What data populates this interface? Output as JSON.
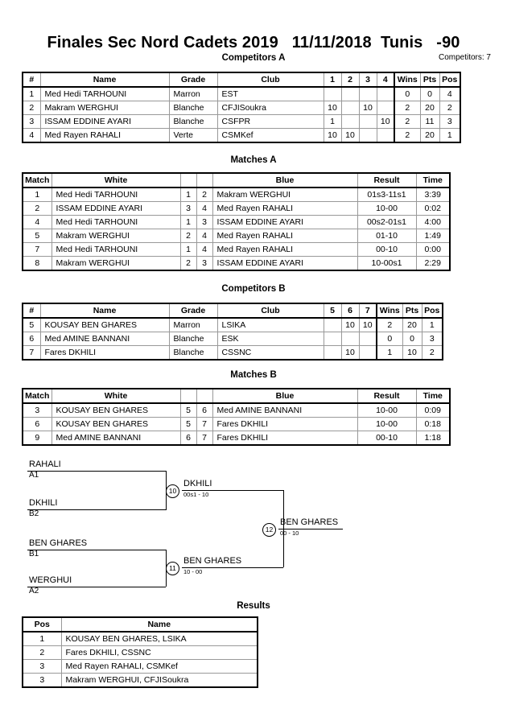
{
  "header": {
    "title": "Finales Sec Nord Cadets 2019   11/11/2018  Tunis   -90",
    "competitors_count": "Competitors: 7"
  },
  "sections": {
    "competitors_a": "Competitors A",
    "matches_a": "Matches A",
    "competitors_b": "Competitors B",
    "matches_b": "Matches B",
    "results": "Results"
  },
  "competitors_a": {
    "columns": [
      "#",
      "Name",
      "Grade",
      "Club",
      "1",
      "2",
      "3",
      "4",
      "Wins",
      "Pts",
      "Pos"
    ],
    "rows": [
      {
        "num": "1",
        "name": "Med Hedi TARHOUNI",
        "grade": "Marron",
        "club": "EST",
        "m1": "",
        "m2": "",
        "m3": "",
        "m4": "",
        "wins": "0",
        "pts": "0",
        "pos": "4"
      },
      {
        "num": "2",
        "name": "Makram WERGHUI",
        "grade": "Blanche",
        "club": "CFJISoukra",
        "m1": "10",
        "m2": "",
        "m3": "10",
        "m4": "",
        "wins": "2",
        "pts": "20",
        "pos": "2"
      },
      {
        "num": "3",
        "name": "ISSAM EDDINE AYARI",
        "grade": "Blanche",
        "club": "CSFPR",
        "m1": "1",
        "m2": "",
        "m3": "",
        "m4": "10",
        "wins": "2",
        "pts": "11",
        "pos": "3"
      },
      {
        "num": "4",
        "name": "Med Rayen RAHALI",
        "grade": "Verte",
        "club": "CSMKef",
        "m1": "10",
        "m2": "10",
        "m3": "",
        "m4": "",
        "wins": "2",
        "pts": "20",
        "pos": "1"
      }
    ]
  },
  "matches_a": {
    "columns": [
      "Match",
      "White",
      "",
      "",
      "Blue",
      "Result",
      "Time"
    ],
    "rows": [
      {
        "match": "1",
        "white": "Med Hedi TARHOUNI",
        "ws": "1",
        "bs": "2",
        "blue": "Makram WERGHUI",
        "result": "01s3-11s1",
        "time": "3:39"
      },
      {
        "match": "2",
        "white": "ISSAM EDDINE AYARI",
        "ws": "3",
        "bs": "4",
        "blue": "Med Rayen RAHALI",
        "result": "10-00",
        "time": "0:02"
      },
      {
        "match": "4",
        "white": "Med Hedi TARHOUNI",
        "ws": "1",
        "bs": "3",
        "blue": "ISSAM EDDINE AYARI",
        "result": "00s2-01s1",
        "time": "4:00"
      },
      {
        "match": "5",
        "white": "Makram WERGHUI",
        "ws": "2",
        "bs": "4",
        "blue": "Med Rayen RAHALI",
        "result": "01-10",
        "time": "1:49"
      },
      {
        "match": "7",
        "white": "Med Hedi TARHOUNI",
        "ws": "1",
        "bs": "4",
        "blue": "Med Rayen RAHALI",
        "result": "00-10",
        "time": "0:00"
      },
      {
        "match": "8",
        "white": "Makram WERGHUI",
        "ws": "2",
        "bs": "3",
        "blue": "ISSAM EDDINE AYARI",
        "result": "10-00s1",
        "time": "2:29"
      }
    ]
  },
  "competitors_b": {
    "columns": [
      "#",
      "Name",
      "Grade",
      "Club",
      "5",
      "6",
      "7",
      "Wins",
      "Pts",
      "Pos"
    ],
    "rows": [
      {
        "num": "5",
        "name": "KOUSAY BEN GHARES",
        "grade": "Marron",
        "club": "LSIKA",
        "m5": "",
        "m6": "10",
        "m7": "10",
        "wins": "2",
        "pts": "20",
        "pos": "1"
      },
      {
        "num": "6",
        "name": "Med AMINE BANNANI",
        "grade": "Blanche",
        "club": "ESK",
        "m5": "",
        "m6": "",
        "m7": "",
        "wins": "0",
        "pts": "0",
        "pos": "3"
      },
      {
        "num": "7",
        "name": "Fares DKHILI",
        "grade": "Blanche",
        "club": "CSSNC",
        "m5": "",
        "m6": "10",
        "m7": "",
        "wins": "1",
        "pts": "10",
        "pos": "2"
      }
    ]
  },
  "matches_b": {
    "columns": [
      "Match",
      "White",
      "",
      "",
      "Blue",
      "Result",
      "Time"
    ],
    "rows": [
      {
        "match": "3",
        "white": "KOUSAY BEN GHARES",
        "ws": "5",
        "bs": "6",
        "blue": "Med AMINE BANNANI",
        "result": "10-00",
        "time": "0:09"
      },
      {
        "match": "6",
        "white": "KOUSAY BEN GHARES",
        "ws": "5",
        "bs": "7",
        "blue": "Fares DKHILI",
        "result": "10-00",
        "time": "0:18"
      },
      {
        "match": "9",
        "white": "Med AMINE BANNANI",
        "ws": "6",
        "bs": "7",
        "blue": "Fares DKHILI",
        "result": "00-10",
        "time": "1:18"
      }
    ]
  },
  "bracket": {
    "entries": [
      {
        "name": "RAHALI",
        "seed": "A1"
      },
      {
        "name": "DKHILI",
        "seed": "B2"
      },
      {
        "name": "BEN GHARES",
        "seed": "B1"
      },
      {
        "name": "WERGHUI",
        "seed": "A2"
      }
    ],
    "nodes": [
      {
        "number": "10",
        "winner": "DKHILI",
        "score": "00s1 - 10"
      },
      {
        "number": "11",
        "winner": "BEN GHARES",
        "score": "10 - 00"
      },
      {
        "number": "12",
        "winner": "BEN GHARES",
        "score": "00 - 10"
      }
    ]
  },
  "results": {
    "columns": [
      "Pos",
      "Name"
    ],
    "rows": [
      {
        "pos": "1",
        "name": "KOUSAY BEN GHARES, LSIKA"
      },
      {
        "pos": "2",
        "name": "Fares DKHILI, CSSNC"
      },
      {
        "pos": "3",
        "name": "Med Rayen RAHALI, CSMKef"
      },
      {
        "pos": "3",
        "name": "Makram WERGHUI, CFJISoukra"
      }
    ]
  }
}
